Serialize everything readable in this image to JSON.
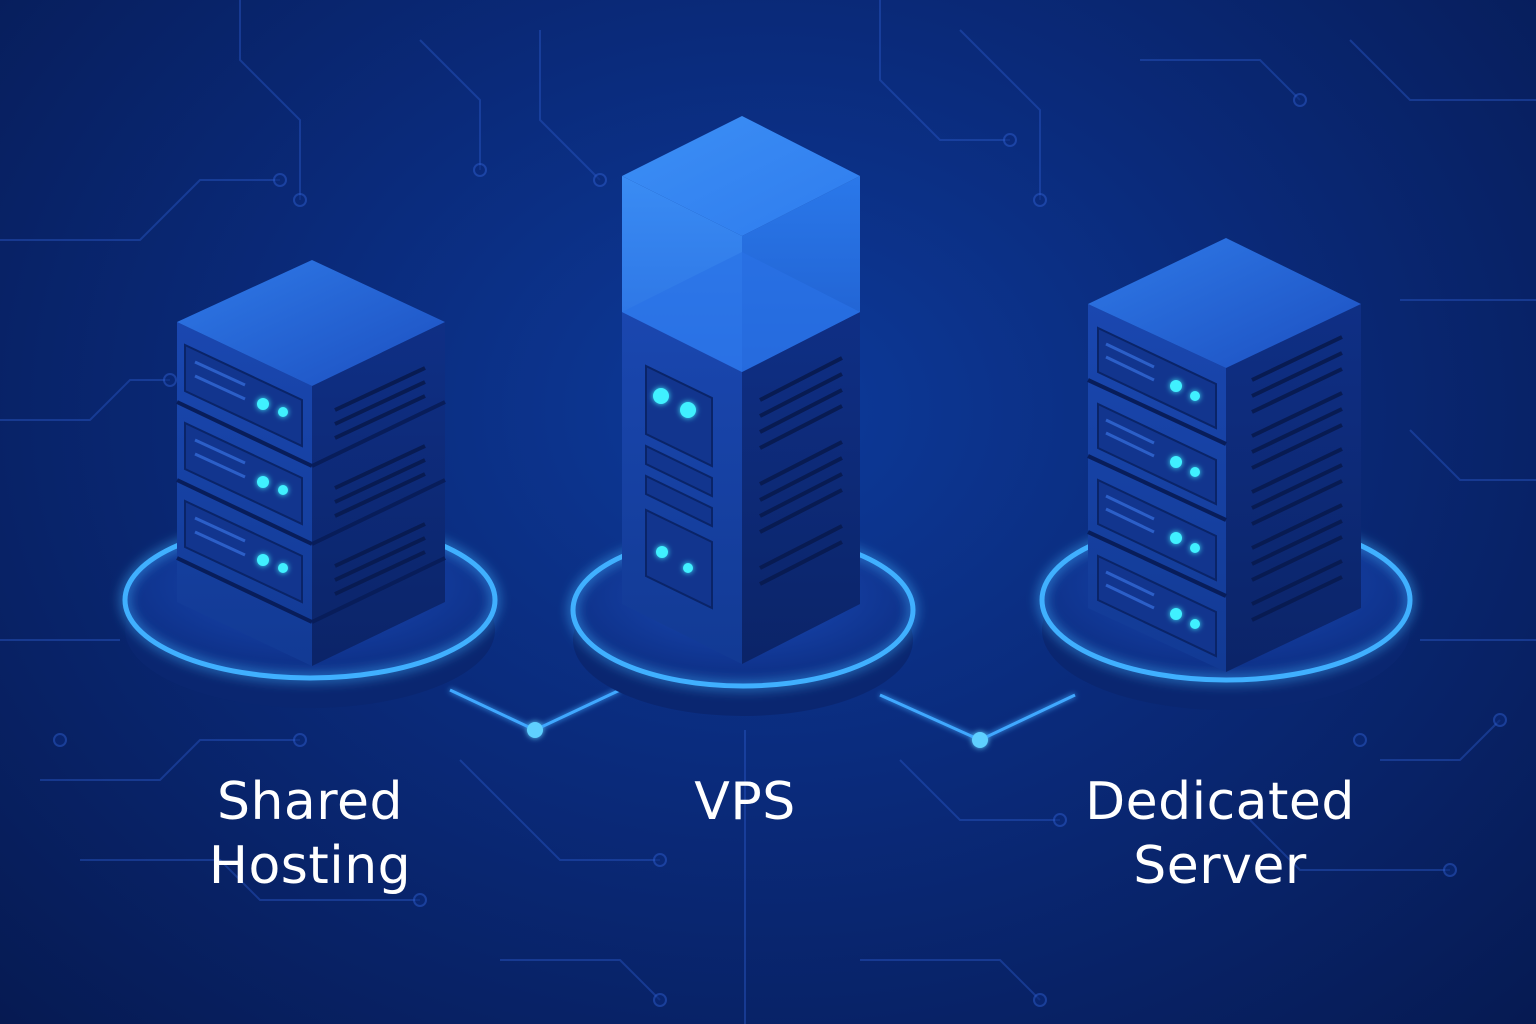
{
  "tiers": [
    {
      "id": "shared",
      "label_lines": [
        "Shared",
        "Hosting"
      ]
    },
    {
      "id": "vps",
      "label_lines": [
        "VPS"
      ]
    },
    {
      "id": "dedicated",
      "label_lines": [
        "Dedicated",
        "Server"
      ]
    }
  ],
  "colors": {
    "background_top": "#0d3a9a",
    "background_bottom": "#061a52",
    "accent_glow": "#3fb0ff",
    "server_face_light": "#2a66d6",
    "server_face_dark": "#0d2e80",
    "led": "#3ff0ff"
  }
}
